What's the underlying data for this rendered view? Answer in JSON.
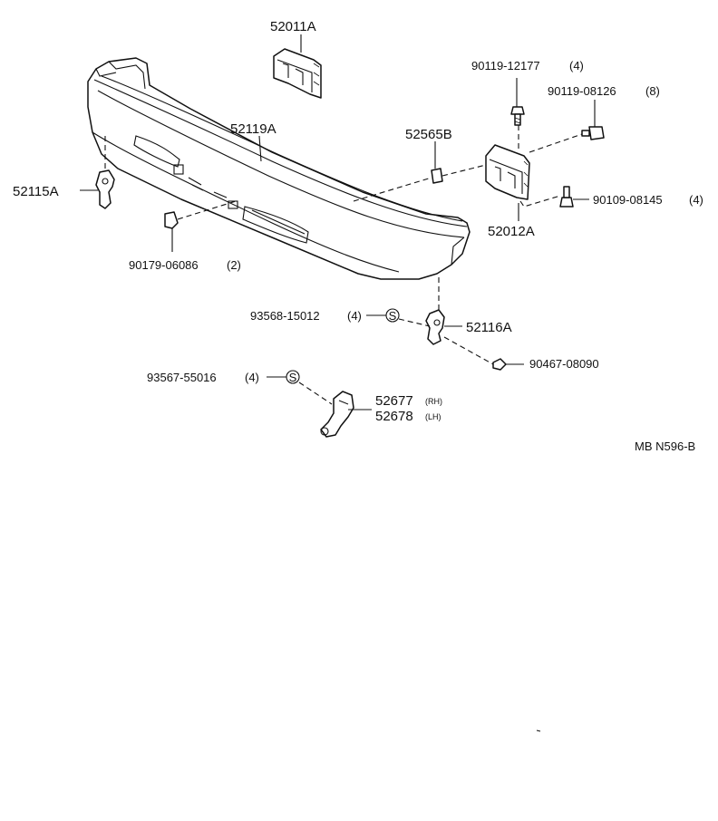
{
  "diagram": {
    "parts": {
      "p52011A": "52011A",
      "p52119A": "52119A",
      "p52115A": "52115A",
      "p90179": "90179-06086",
      "q90179": "(2)",
      "p52565B": "52565B",
      "p90119_12177": "90119-12177",
      "q90119_12177": "(4)",
      "p90119_08126": "90119-08126",
      "q90119_08126": "(8)",
      "p90109": "90109-08145",
      "q90109": "(4)",
      "p52012A": "52012A",
      "p93568": "93568-15012",
      "q93568": "(4)",
      "p52116A": "52116A",
      "p90467": "90467-08090",
      "p93567": "93567-55016",
      "q93567": "(4)",
      "p52677": "52677",
      "s52677": "(RH)",
      "p52678": "52678",
      "s52678": "(LH)"
    },
    "symbol_s": "S",
    "figure_code": "MB N596-B"
  }
}
